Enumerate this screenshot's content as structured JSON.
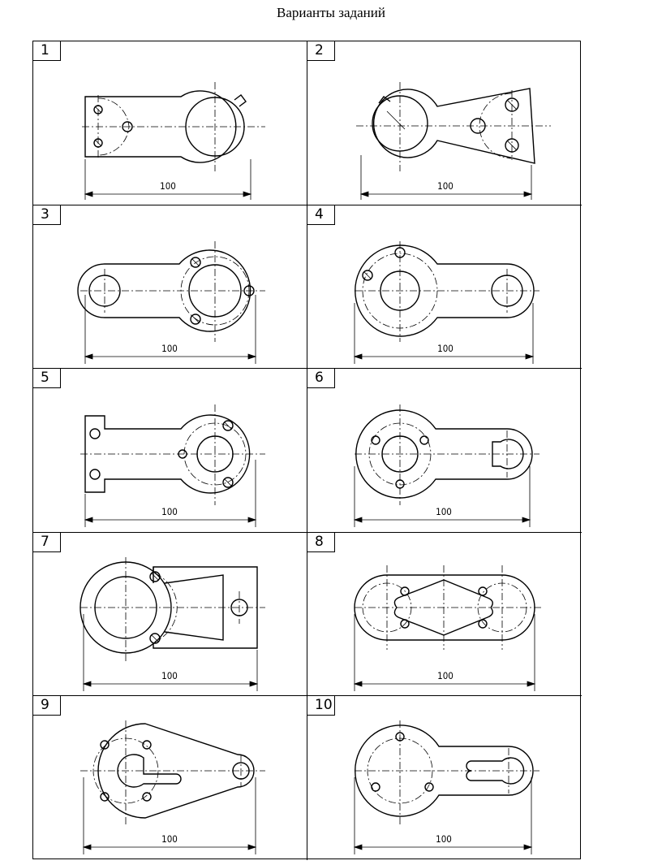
{
  "title": "Варианты заданий",
  "variants": [
    {
      "number": "1",
      "dimension": "100"
    },
    {
      "number": "2",
      "dimension": "100"
    },
    {
      "number": "3",
      "dimension": "100"
    },
    {
      "number": "4",
      "dimension": "100"
    },
    {
      "number": "5",
      "dimension": "100"
    },
    {
      "number": "6",
      "dimension": "100"
    },
    {
      "number": "7",
      "dimension": "100"
    },
    {
      "number": "8",
      "dimension": "100"
    },
    {
      "number": "9",
      "dimension": "100"
    },
    {
      "number": "10",
      "dimension": "100"
    }
  ]
}
